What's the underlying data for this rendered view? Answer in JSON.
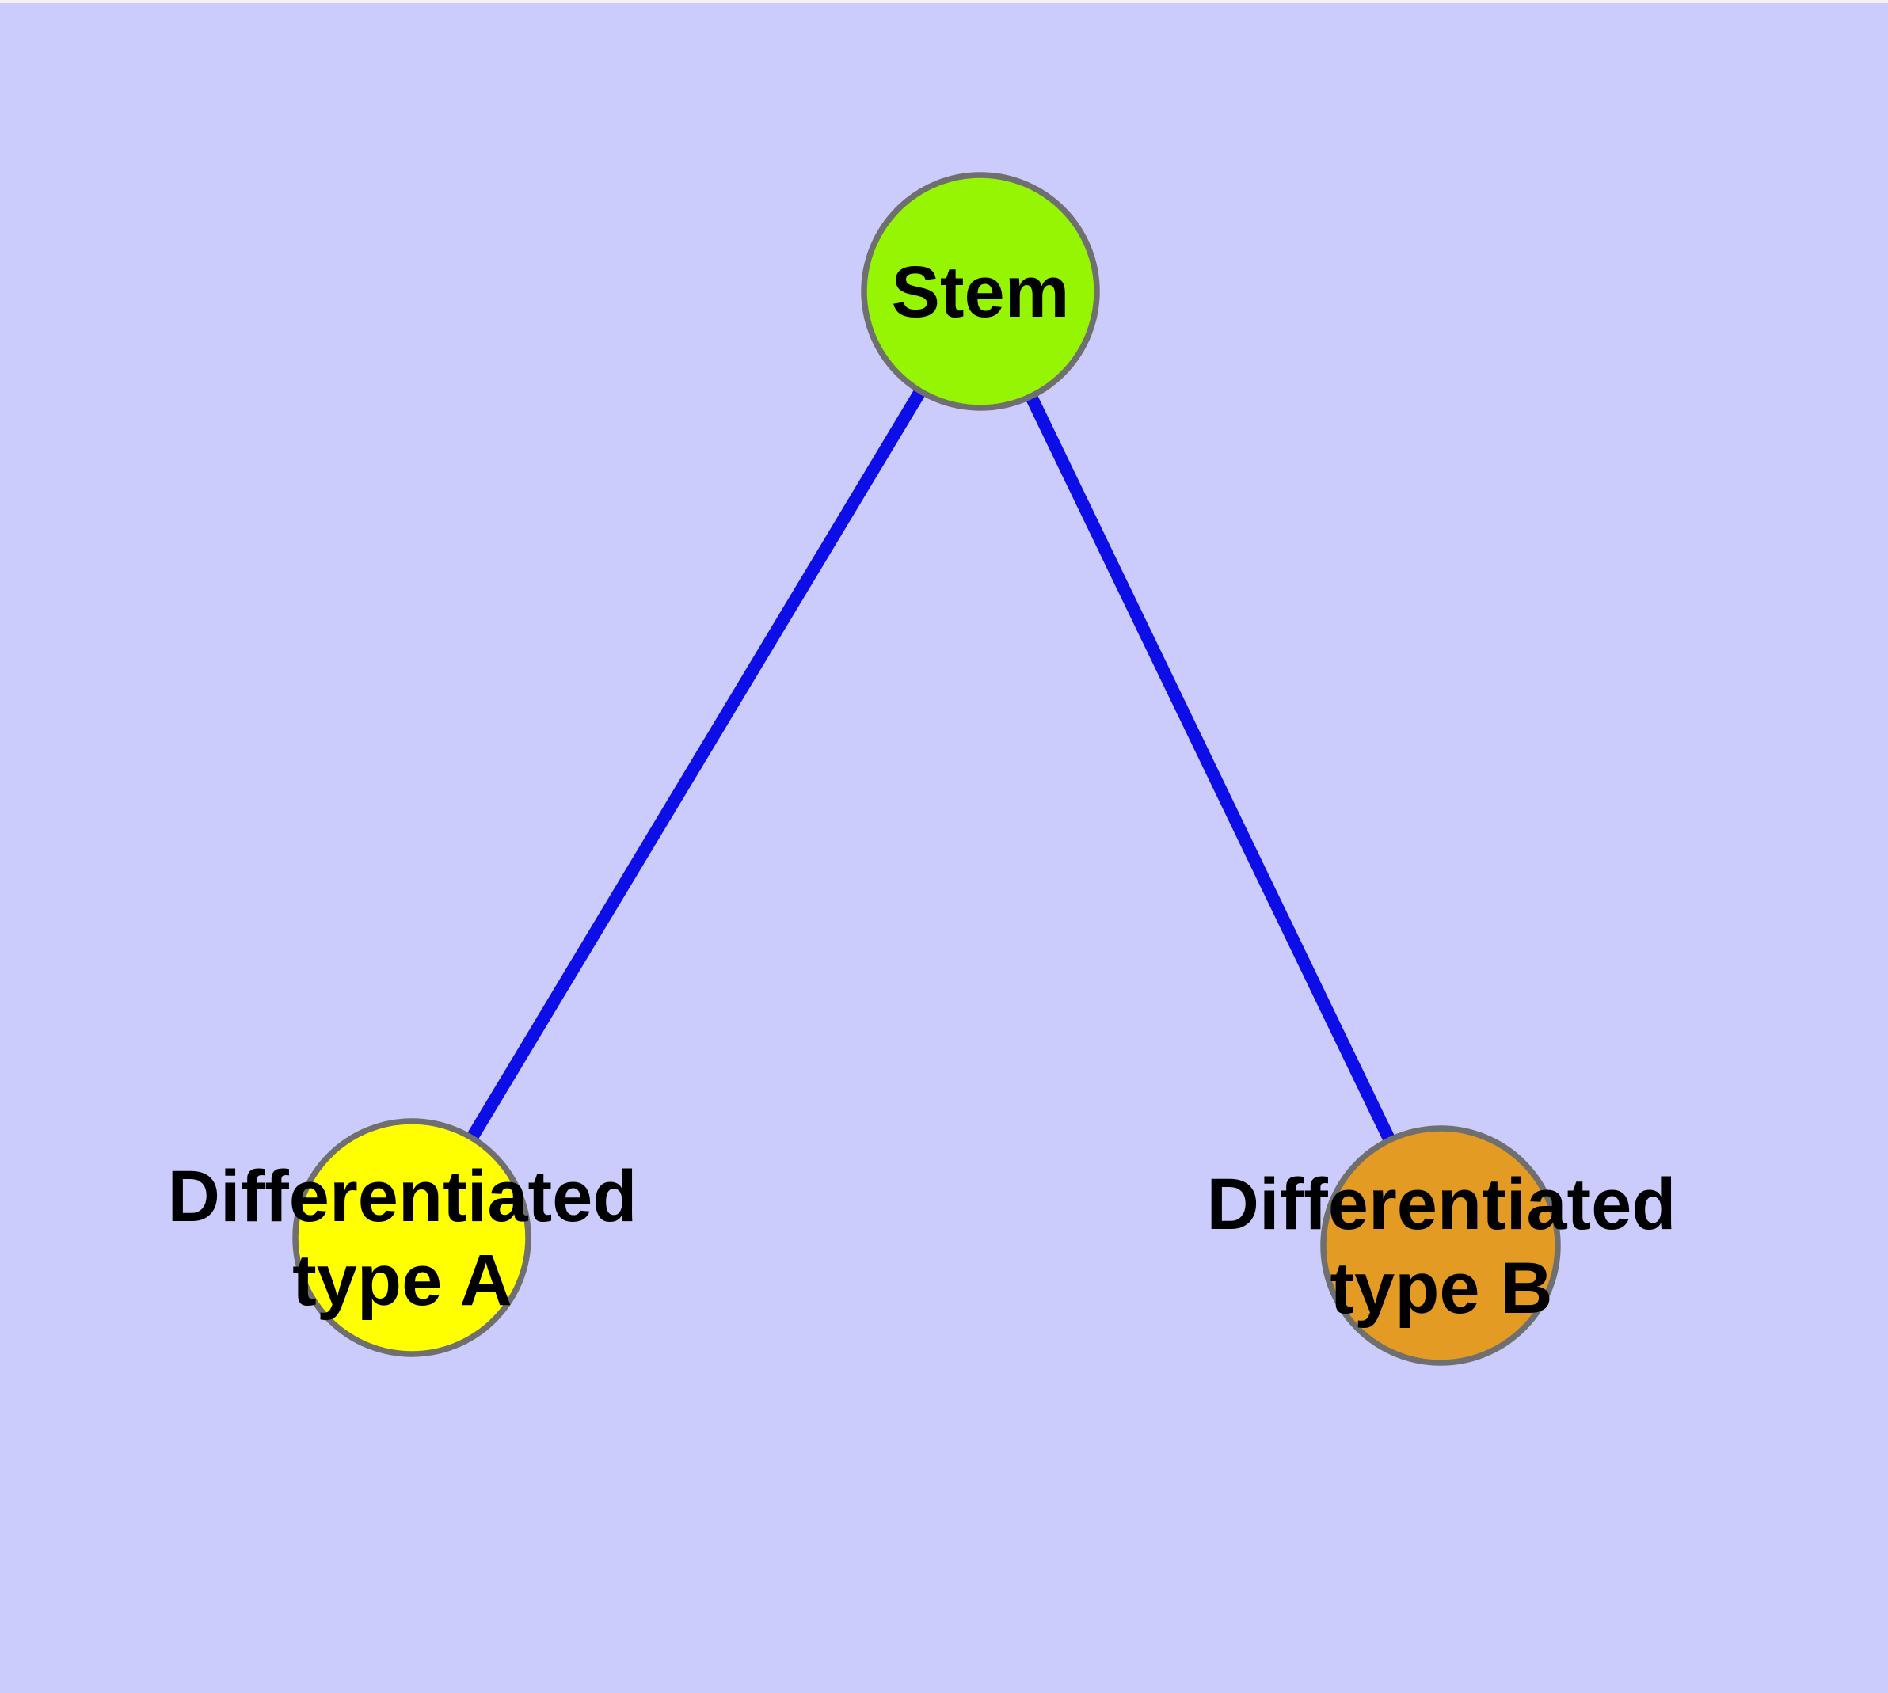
{
  "diagram": {
    "type": "graph",
    "background_color": "#cbcbfc",
    "top_edge_strip_color": "#f2f2f8",
    "edge_color": "#0d0de8",
    "node_border_color": "#6f6f6f",
    "label_color": "#000000",
    "nodes": [
      {
        "id": "stem",
        "label": "Stem",
        "fill_color": "#96f502"
      },
      {
        "id": "differentiated-type-a",
        "label": "Differentiated\ntype A",
        "fill_color": "#ffff00"
      },
      {
        "id": "differentiated-type-b",
        "label": "Differentiated\ntype B",
        "fill_color": "#e39b24"
      }
    ],
    "edges": [
      {
        "from": "Stem",
        "to": "Differentiated type A"
      },
      {
        "from": "Stem",
        "to": "Differentiated type B"
      }
    ]
  }
}
